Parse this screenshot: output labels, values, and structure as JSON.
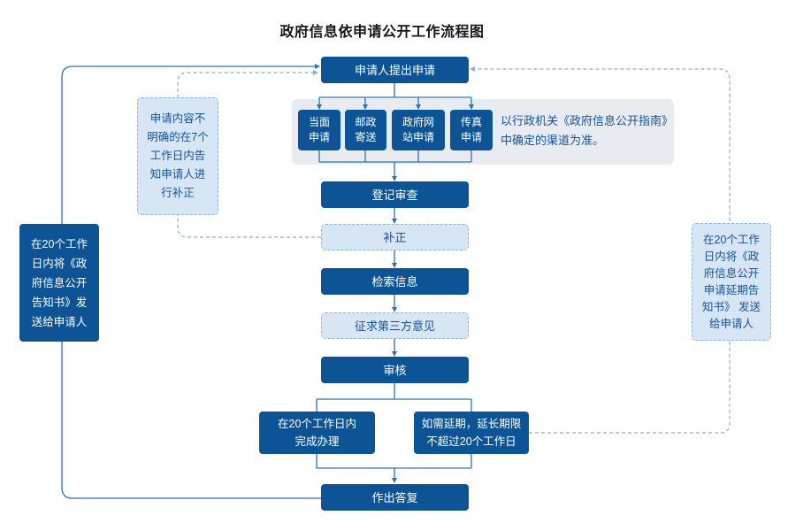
{
  "title": "政府信息依申请公开工作流程图",
  "colors": {
    "dark_box": "#0c5496",
    "light_box_fill": "#d7e6f5",
    "light_box_border": "#8fb8de",
    "panel_bg": "#e8ecf1",
    "solid_line": "#2e74b5",
    "dashed_line": "#8faecf",
    "blue_text": "#16529b"
  },
  "nodes": {
    "apply": "申请人提出申请",
    "register": "登记审查",
    "correction": "补正",
    "retrieve": "检索信息",
    "third_party": "征求第三方意见",
    "review": "审核",
    "complete": "在20个工作日内\n完成办理",
    "extend": "如需延期，延长期限\n不超过20个工作日",
    "reply": "作出答复"
  },
  "channels": [
    {
      "label": "当面\n申请"
    },
    {
      "label": "邮政\n寄送"
    },
    {
      "label": "政府网\n站申请"
    },
    {
      "label": "传真\n申请"
    }
  ],
  "channel_note": "以行政机关《政府信息公开指南》\n中确定的渠道为准。",
  "annotations": {
    "left_solid": "在20个工作\n日内将《政\n府信息公开\n告知书》发\n送给申请人",
    "left_dashed": "申请内容不\n明确的在7个\n工作日内告\n知申请人进\n行补正",
    "right_dashed": "在20个工作\n日内将《政\n府信息公开\n申请延期告\n知书》 发送\n给申请人"
  }
}
